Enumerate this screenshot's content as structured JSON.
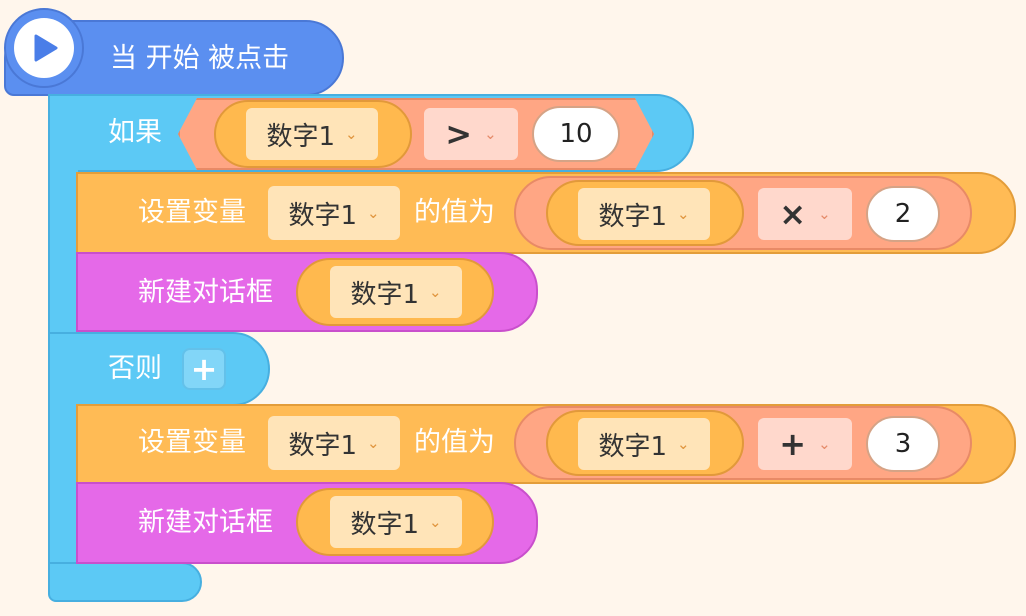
{
  "event_block": {
    "label": "当 开始 被点击",
    "icon": "play-icon"
  },
  "if_block": {
    "if_label": "如果",
    "else_label": "否则",
    "else_add": "+",
    "condition": {
      "variable": "数字1",
      "operator": ">",
      "value": "10"
    }
  },
  "then_branch": {
    "set": {
      "label": "设置变量",
      "variable": "数字1",
      "value_label": "的值为",
      "expr": {
        "variable": "数字1",
        "operator": "×",
        "value": "2"
      }
    },
    "dialog": {
      "label": "新建对话框",
      "variable": "数字1"
    }
  },
  "else_branch": {
    "set": {
      "label": "设置变量",
      "variable": "数字1",
      "value_label": "的值为",
      "expr": {
        "variable": "数字1",
        "operator": "+",
        "value": "3"
      }
    },
    "dialog": {
      "label": "新建对话框",
      "variable": "数字1"
    }
  },
  "colors": {
    "background": "#fff6ec",
    "event": "#5b8ff0",
    "control": "#5cc9f5",
    "operator": "#ffa684",
    "variable": "#ffbb55",
    "dialog": "#e569e8"
  },
  "dropdown_arrow": "⌄"
}
